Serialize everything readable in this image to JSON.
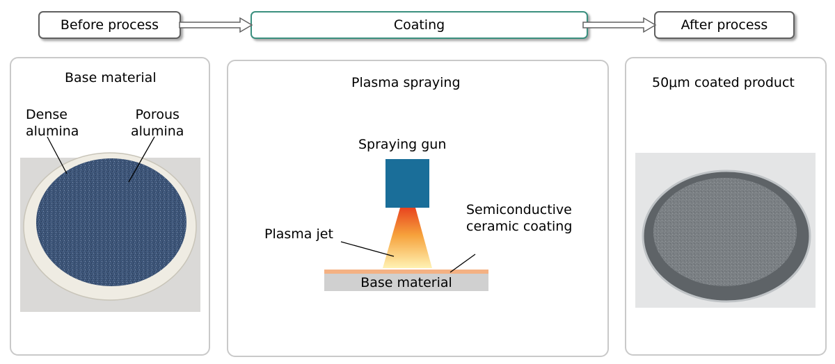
{
  "flow": {
    "steps": [
      {
        "label": "Before process"
      },
      {
        "label": "Coating"
      },
      {
        "label": "After process"
      }
    ]
  },
  "panels": {
    "before": {
      "title": "Base material",
      "label_dense": "Dense\nalumina",
      "label_porous": "Porous\nalumina"
    },
    "coating": {
      "title": "Plasma spraying",
      "gun_label": "Spraying gun",
      "jet_label": "Plasma jet",
      "coating_label": "Semiconductive\nceramic coating",
      "base_label": "Base material"
    },
    "after": {
      "title": "50μm coated product"
    }
  },
  "colors": {
    "active_border": "#3a8f7e",
    "gun": "#1a6e99",
    "coating_layer": "#f4b183",
    "base_layer": "#d0d0d0",
    "porous_alumina": "#3d5578",
    "dense_alumina": "#efece3",
    "coated_disc": "#767b7f"
  }
}
